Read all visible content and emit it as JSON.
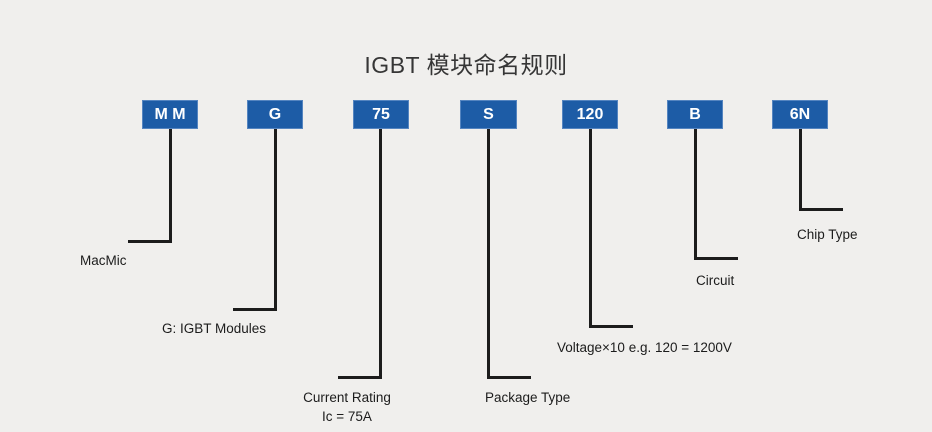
{
  "title": "IGBT 模块命名规则",
  "colors": {
    "background": "#f0efed",
    "box_fill": "#1d5ca6",
    "box_border": "#5585c0",
    "line": "#1c1c1c",
    "title_text": "#363636",
    "box_text": "#ffffff"
  },
  "items": [
    {
      "code": "M M",
      "label": "MacMic"
    },
    {
      "code": "G",
      "label": "G: IGBT Modules"
    },
    {
      "code": "75",
      "label": "Current Rating",
      "sublabel": "Ic = 75A"
    },
    {
      "code": "S",
      "label": "Package Type"
    },
    {
      "code": "120",
      "label": "Voltage×10 e.g. 120 = 1200V"
    },
    {
      "code": "B",
      "label": "Circuit"
    },
    {
      "code": "6N",
      "label": "Chip Type"
    }
  ]
}
